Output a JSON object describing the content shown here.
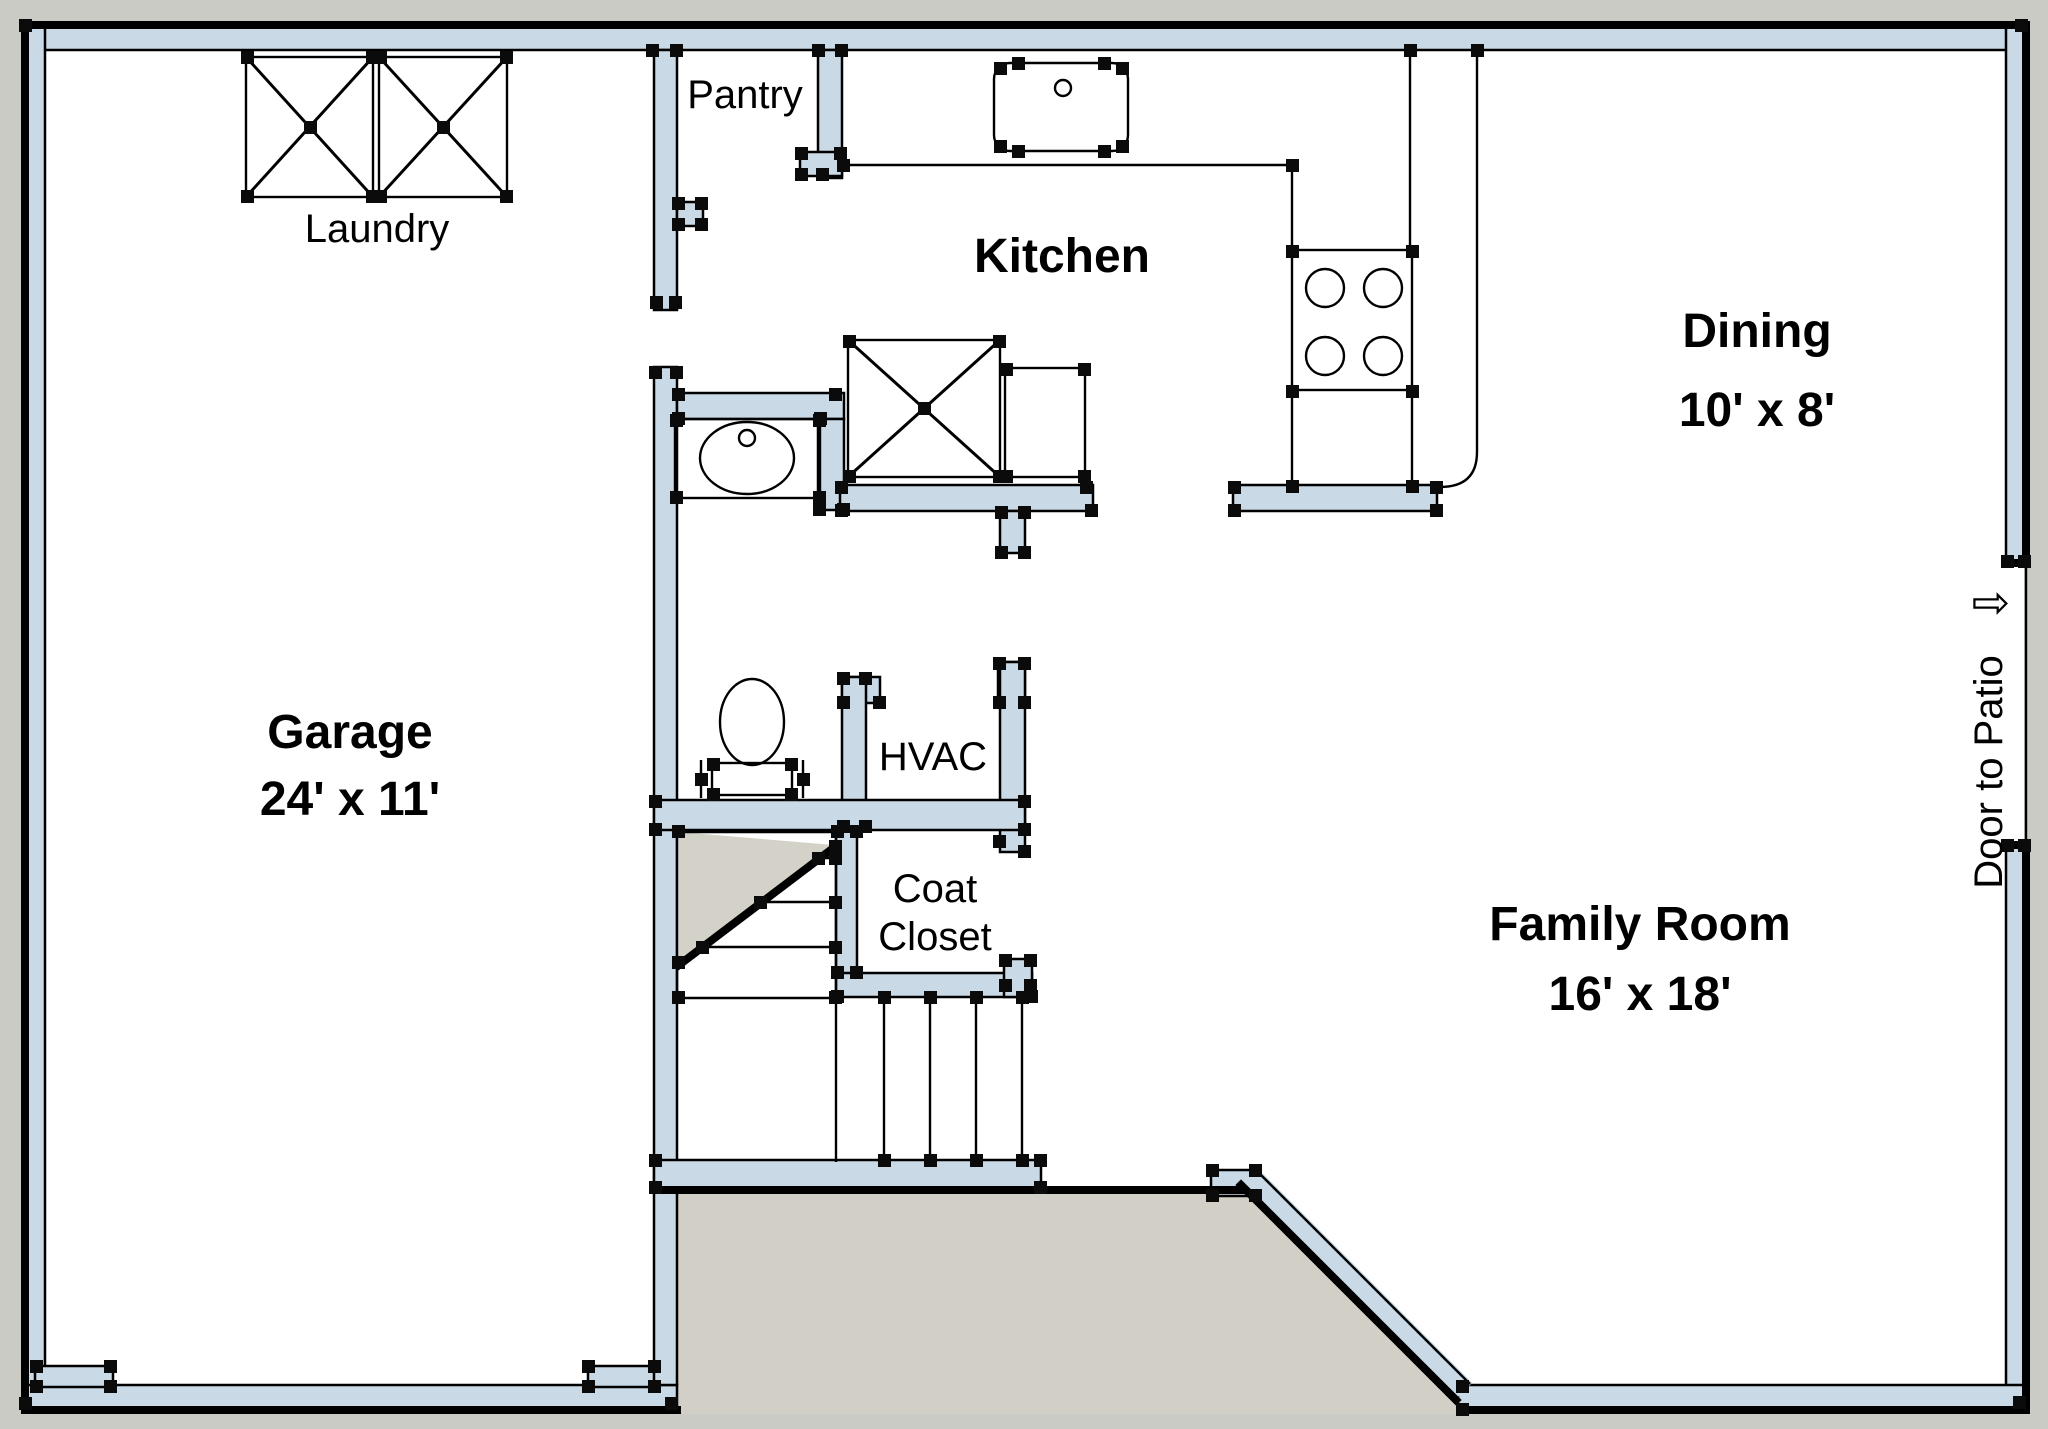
{
  "colors": {
    "background": "#cbcbc5",
    "floor": "#ffffff",
    "wall_fill": "#c9d9e6",
    "line": "#000000",
    "outside_fill": "#d2d0c6",
    "under_stair_fill": "#d4d2c8",
    "handle": "#0b0b0b"
  },
  "rooms": {
    "garage": {
      "label": "Garage",
      "dims": "24' x 11'"
    },
    "laundry": {
      "label": "Laundry"
    },
    "pantry": {
      "label": "Pantry"
    },
    "kitchen": {
      "label": "Kitchen"
    },
    "dining": {
      "label": "Dining",
      "dims": "10' x 8'"
    },
    "hvac": {
      "label": "HVAC"
    },
    "coat_closet": {
      "label_line1": "Coat",
      "label_line2": "Closet"
    },
    "family_room": {
      "label": "Family Room",
      "dims": "16' x 18'"
    },
    "patio": {
      "label": "Door to Patio",
      "arrow_icon": "⇨"
    }
  }
}
